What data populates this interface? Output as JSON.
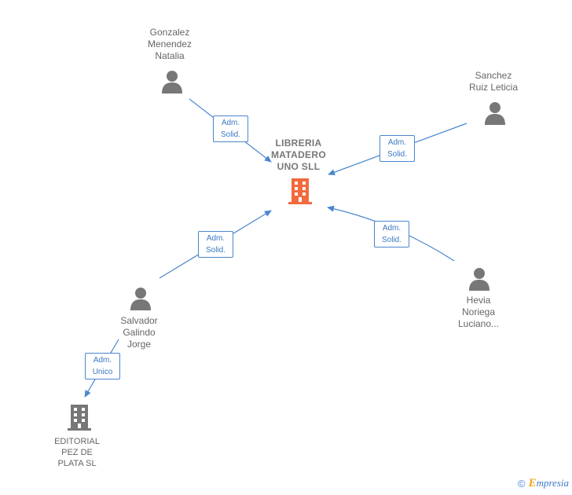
{
  "center": {
    "name": "LIBRERIA\nMATADERO\nUNO  SLL",
    "icon": "building-icon",
    "color": "#f26a3d"
  },
  "persons": [
    {
      "id": "gonzalez",
      "name": "Gonzalez\nMenendez\nNatalia",
      "icon": "person-icon"
    },
    {
      "id": "sanchez",
      "name": "Sanchez\nRuiz Leticia",
      "icon": "person-icon"
    },
    {
      "id": "salvador",
      "name": "Salvador\nGalindo\nJorge",
      "icon": "person-icon"
    },
    {
      "id": "hevia",
      "name": "Hevia\nNoriega\nLuciano...",
      "icon": "person-icon"
    }
  ],
  "companies": [
    {
      "id": "editorial",
      "name": "EDITORIAL\nPEZ DE\nPLATA SL",
      "icon": "building-icon",
      "color": "#777777"
    }
  ],
  "edges": [
    {
      "from": "gonzalez",
      "to": "center",
      "label": "Adm.\nSolid."
    },
    {
      "from": "sanchez",
      "to": "center",
      "label": "Adm.\nSolid."
    },
    {
      "from": "salvador",
      "to": "center",
      "label": "Adm.\nSolid."
    },
    {
      "from": "hevia",
      "to": "center",
      "label": "Adm.\nSolid."
    },
    {
      "from": "salvador",
      "to": "editorial",
      "label": "Adm.\nUnico"
    }
  ],
  "colors": {
    "edge": "#4a86cf",
    "person": "#777777"
  },
  "footer": {
    "copyright": "©",
    "brand_first": "E",
    "brand_rest": "mpresia"
  }
}
